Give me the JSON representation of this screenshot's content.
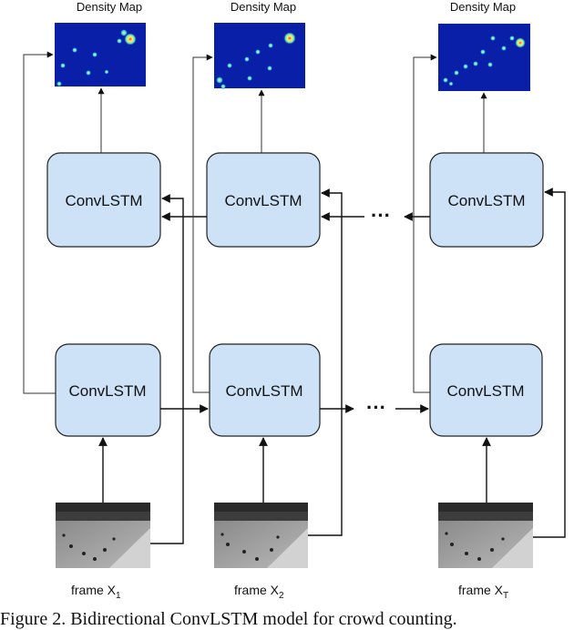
{
  "density_map_label": "Density Map",
  "conv_label": "ConvLSTM",
  "ellipsis": "···",
  "frames": {
    "f1": {
      "prefix": "frame X",
      "sub": "1"
    },
    "f2": {
      "prefix": "frame X",
      "sub": "2"
    },
    "fT": {
      "prefix": "frame X",
      "sub": "T"
    }
  },
  "caption": "Figure 2. Bidirectional ConvLSTM model for crowd counting.",
  "colors": {
    "box_fill": "#cde2f7",
    "density_bg": "#0a1fa8",
    "hot_spot": "#f7e93a"
  }
}
